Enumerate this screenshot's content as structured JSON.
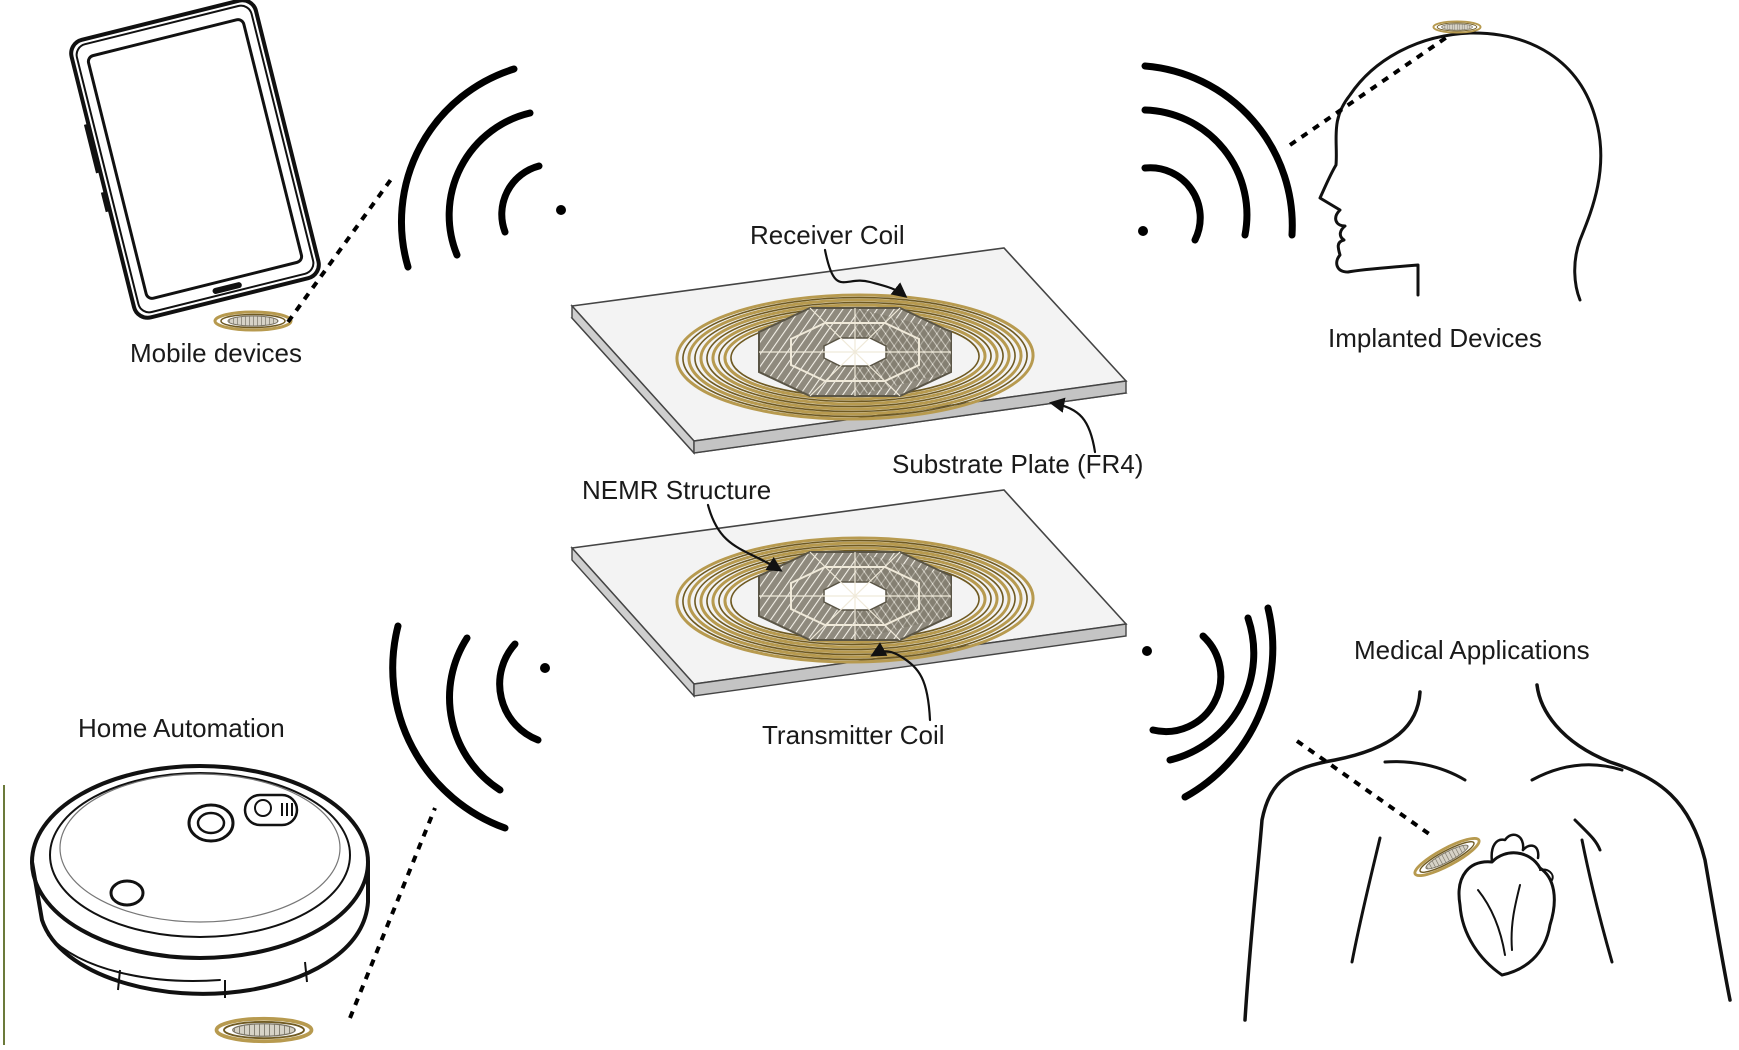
{
  "labels": {
    "mobile": "Mobile devices",
    "implanted": "Implanted Devices",
    "home": "Home Automation",
    "medical": "Medical Applications",
    "receiver_coil": "Receiver Coil",
    "substrate": "Substrate Plate (FR4)",
    "nemr": "NEMR Structure",
    "transmitter_coil": "Transmitter Coil"
  },
  "colors": {
    "coil_gold": "#b79a4f",
    "coil_dark": "#6f5a22",
    "plate_top": "#f2f2f2",
    "plate_side": "#d9d9d9",
    "ink": "#111111"
  }
}
